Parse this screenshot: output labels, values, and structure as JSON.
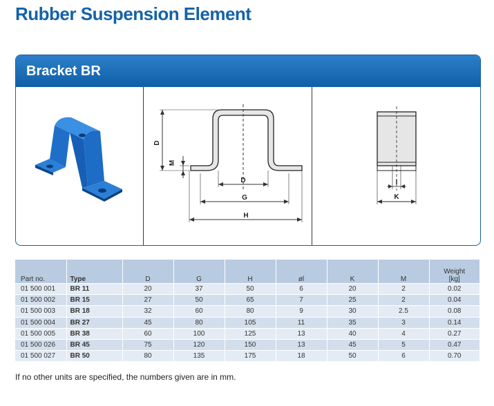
{
  "title": "Rubber Suspension Element",
  "panel": {
    "heading": "Bracket BR",
    "drawing_labels": {
      "D": "D",
      "M": "M",
      "D_inner": "D",
      "G": "G",
      "H": "H",
      "I": "I",
      "K": "K"
    }
  },
  "table": {
    "headers": {
      "part_no": "Part no.",
      "type": "Type",
      "D": "D",
      "G": "G",
      "H": "H",
      "ol": "øl",
      "K": "K",
      "M": "M",
      "weight_line1": "Weight",
      "weight_line2": "[kg]"
    },
    "rows": [
      {
        "part_no": "01 500 001",
        "type": "BR 11",
        "D": "20",
        "G": "37",
        "H": "50",
        "ol": "6",
        "K": "20",
        "M": "2",
        "weight": "0.02"
      },
      {
        "part_no": "01 500 002",
        "type": "BR 15",
        "D": "27",
        "G": "50",
        "H": "65",
        "ol": "7",
        "K": "25",
        "M": "2",
        "weight": "0.04"
      },
      {
        "part_no": "01 500 003",
        "type": "BR 18",
        "D": "32",
        "G": "60",
        "H": "80",
        "ol": "9",
        "K": "30",
        "M": "2.5",
        "weight": "0.08"
      },
      {
        "part_no": "01 500 004",
        "type": "BR 27",
        "D": "45",
        "G": "80",
        "H": "105",
        "ol": "11",
        "K": "35",
        "M": "3",
        "weight": "0.14"
      },
      {
        "part_no": "01 500 005",
        "type": "BR 38",
        "D": "60",
        "G": "100",
        "H": "125",
        "ol": "13",
        "K": "40",
        "M": "4",
        "weight": "0.27"
      },
      {
        "part_no": "01 500 026",
        "type": "BR 45",
        "D": "75",
        "G": "120",
        "H": "150",
        "ol": "13",
        "K": "45",
        "M": "5",
        "weight": "0.47"
      },
      {
        "part_no": "01 500 027",
        "type": "BR 50",
        "D": "80",
        "G": "135",
        "H": "175",
        "ol": "18",
        "K": "50",
        "M": "6",
        "weight": "0.70"
      }
    ]
  },
  "footnote": "If no other units are specified, the numbers given are in mm.",
  "colors": {
    "brand_blue": "#1462a8",
    "header_blue": "#0f5fa8",
    "product_blue": "#1f6fc9"
  }
}
